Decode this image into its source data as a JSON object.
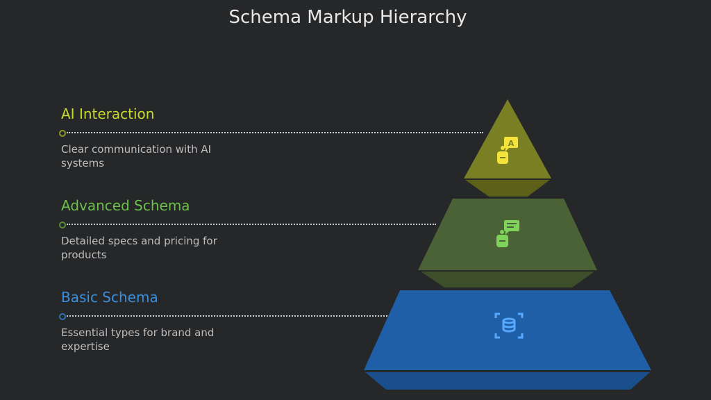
{
  "title": "Schema Markup Hierarchy",
  "levels": [
    {
      "heading": "AI Interaction",
      "description": "Clear communication with AI systems",
      "color": "#c6d92e",
      "fill": "#7a7f24",
      "icon": "robot-chat-icon"
    },
    {
      "heading": "Advanced Schema",
      "description": "Detailed specs and pricing for products",
      "color": "#6cc04a",
      "fill": "#4b6236",
      "icon": "robot-message-icon"
    },
    {
      "heading": "Basic Schema",
      "description": "Essential types for brand and expertise",
      "color": "#3b8fe0",
      "fill": "#1f5fa8",
      "icon": "database-expand-icon"
    }
  ]
}
